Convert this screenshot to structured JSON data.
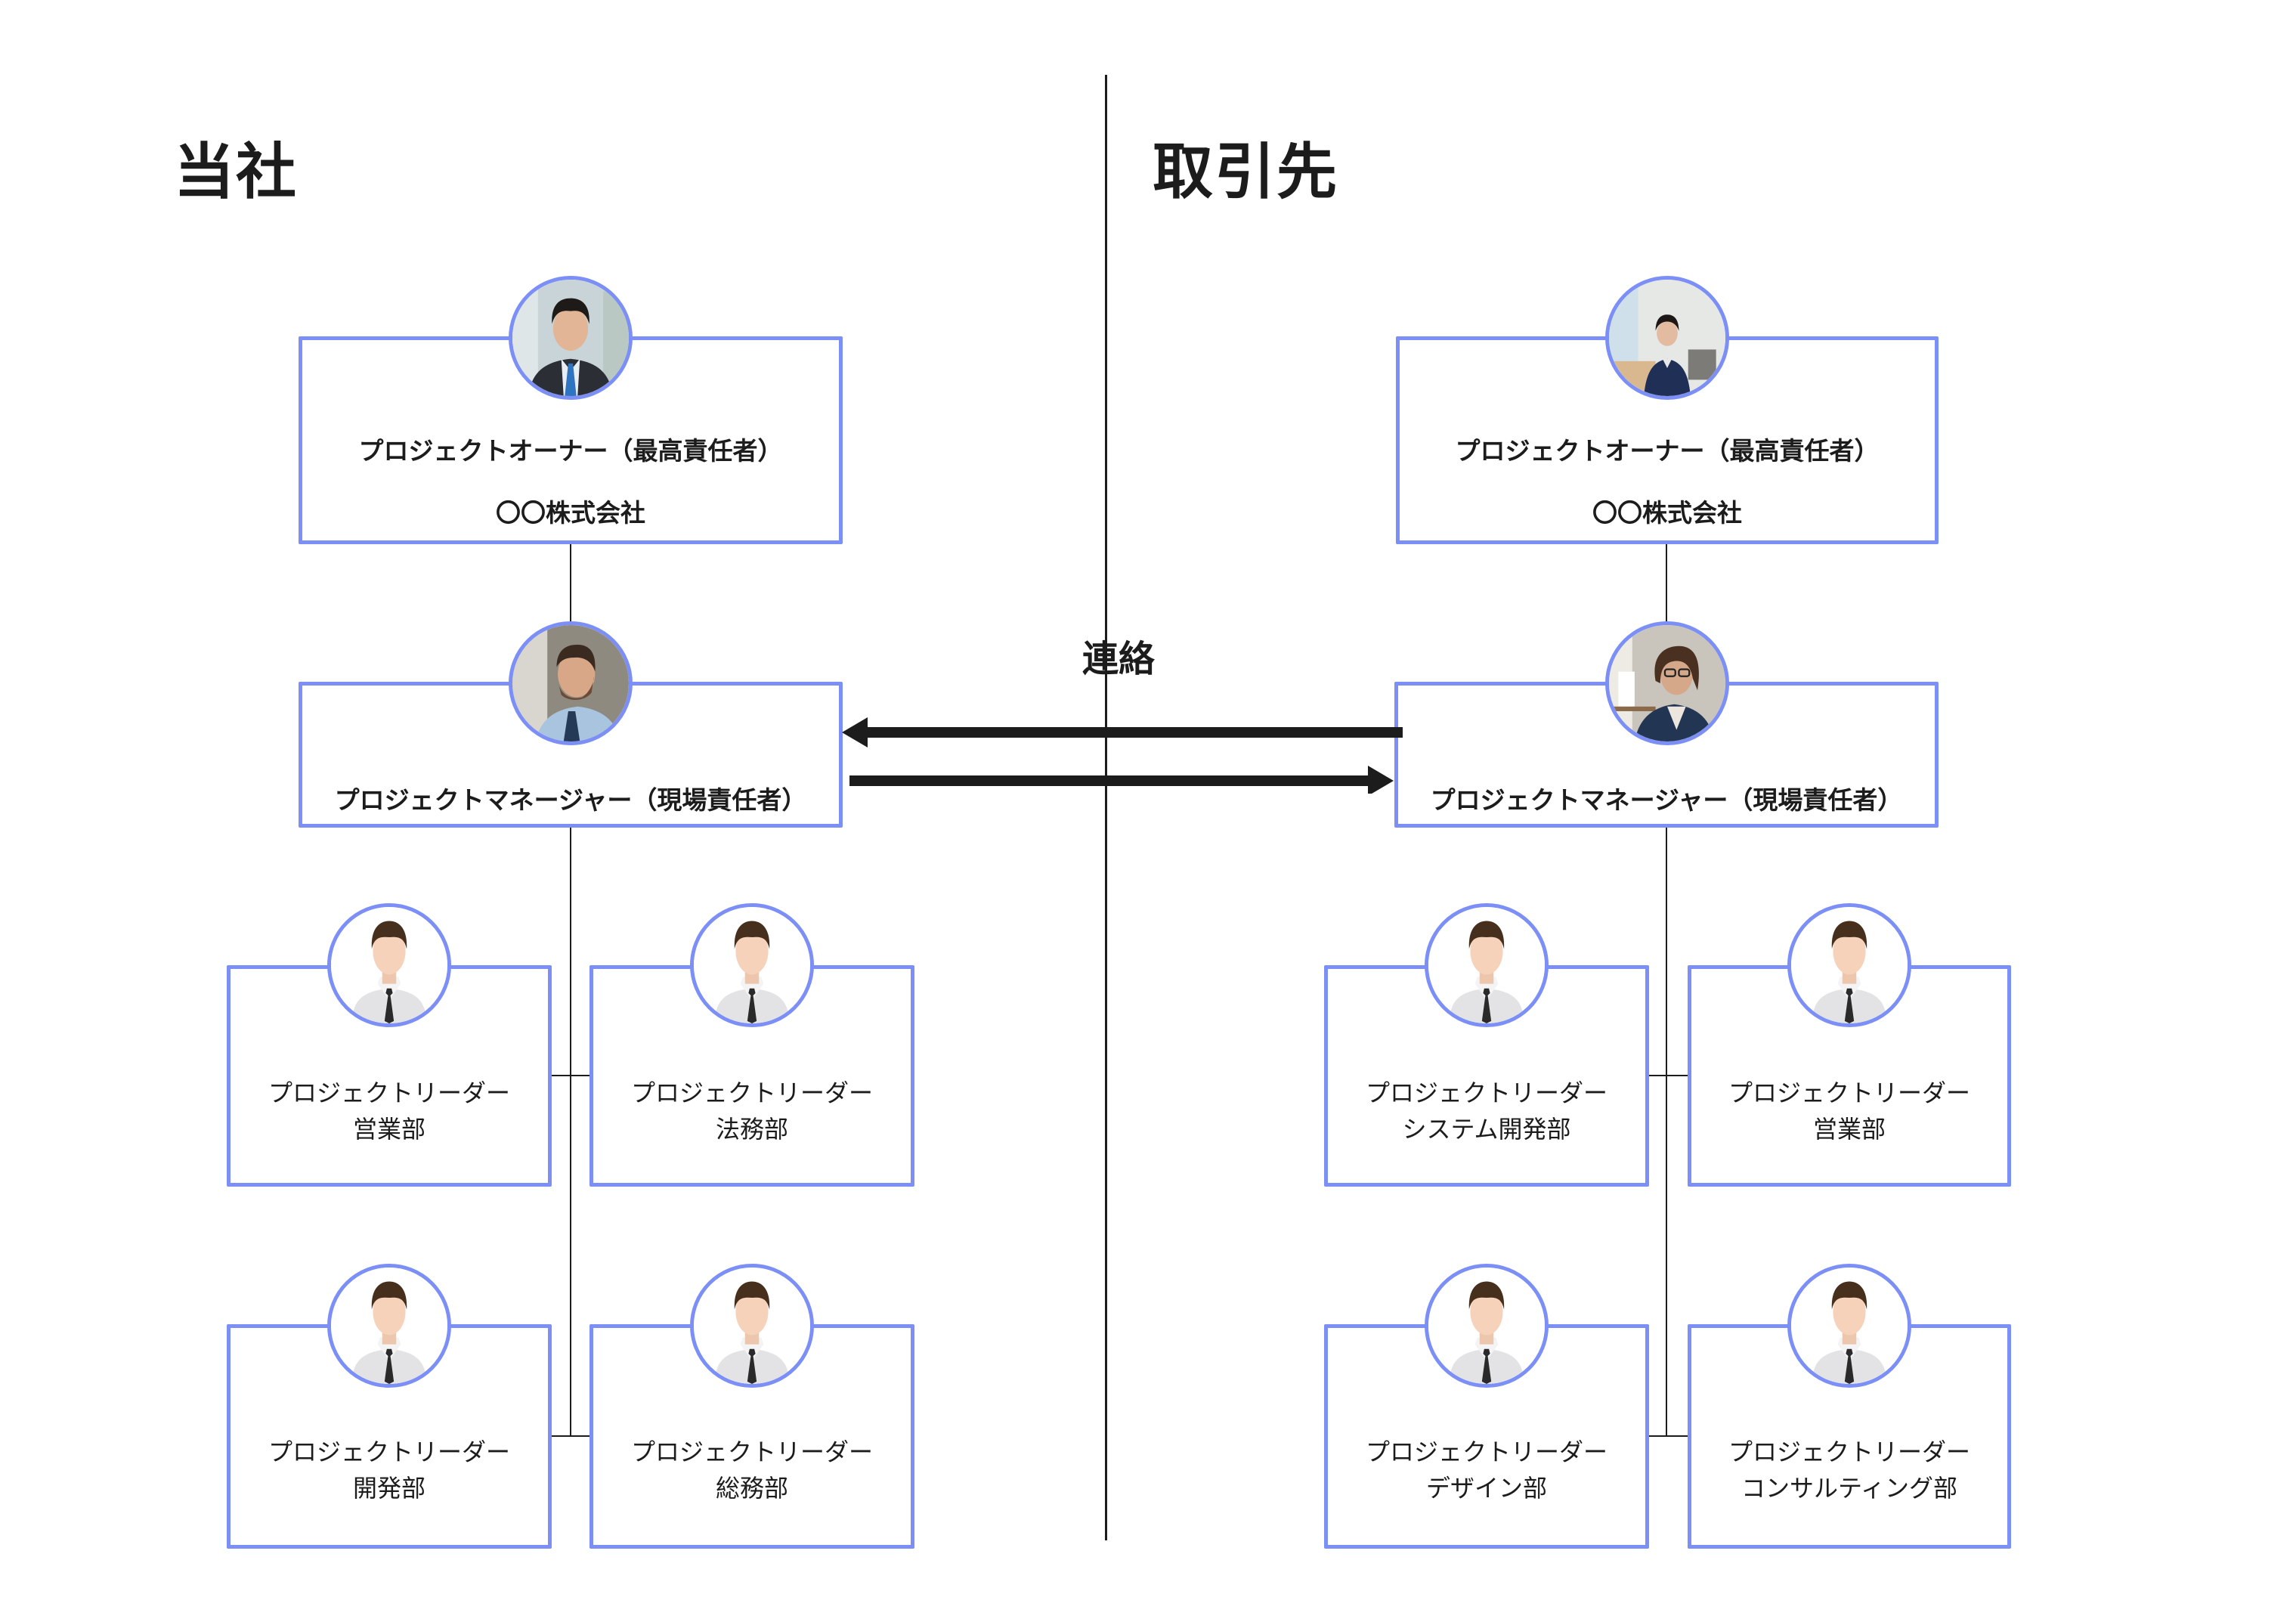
{
  "colors": {
    "accent": "#7b8ff7",
    "text": "#1c1c1c",
    "background": "#ffffff"
  },
  "left": {
    "heading": "当社",
    "owner": {
      "role": "プロジェクトオーナー（最高責任者）",
      "company": "〇〇株式会社",
      "avatar": "businessman-photo"
    },
    "manager": {
      "role": "プロジェクトマネージャー（現場責任者）",
      "avatar": "businessman-profile-photo"
    },
    "leaders": [
      {
        "role": "プロジェクトリーダー",
        "dept": "営業部"
      },
      {
        "role": "プロジェクトリーダー",
        "dept": "法務部"
      },
      {
        "role": "プロジェクトリーダー",
        "dept": "開発部"
      },
      {
        "role": "プロジェクトリーダー",
        "dept": "総務部"
      }
    ]
  },
  "right": {
    "heading": "取引先",
    "owner": {
      "role": "プロジェクトオーナー（最高責任者）",
      "company": "〇〇株式会社",
      "avatar": "businesswoman-photo"
    },
    "manager": {
      "role": "プロジェクトマネージャー（現場責任者）",
      "avatar": "businesswoman-desk-photo"
    },
    "leaders": [
      {
        "role": "プロジェクトリーダー",
        "dept": "システム開発部"
      },
      {
        "role": "プロジェクトリーダー",
        "dept": "営業部"
      },
      {
        "role": "プロジェクトリーダー",
        "dept": "デザイン部"
      },
      {
        "role": "プロジェクトリーダー",
        "dept": "コンサルティング部"
      }
    ]
  },
  "contact": {
    "label": "連絡",
    "arrows": [
      "right-to-left",
      "left-to-right"
    ]
  }
}
